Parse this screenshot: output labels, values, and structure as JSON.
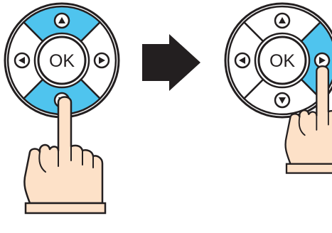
{
  "panels": [
    {
      "ok_label": "OK",
      "highlighted": [
        "up",
        "down"
      ],
      "pressed": "down"
    },
    {
      "ok_label": "OK",
      "highlighted": [
        "right"
      ],
      "pressed": "right"
    }
  ],
  "colors": {
    "highlight": "#4FC4EE",
    "pad_fill": "#FFFFFF",
    "outline": "#231F20",
    "skin": "#FDE1C8",
    "arrow": "#231F20"
  },
  "icons": {
    "transition": "right-arrow-icon",
    "up": "up-arrow-icon",
    "down": "down-arrow-icon",
    "left": "left-arrow-icon",
    "right": "right-arrow-icon",
    "hand": "pointing-hand-icon"
  }
}
